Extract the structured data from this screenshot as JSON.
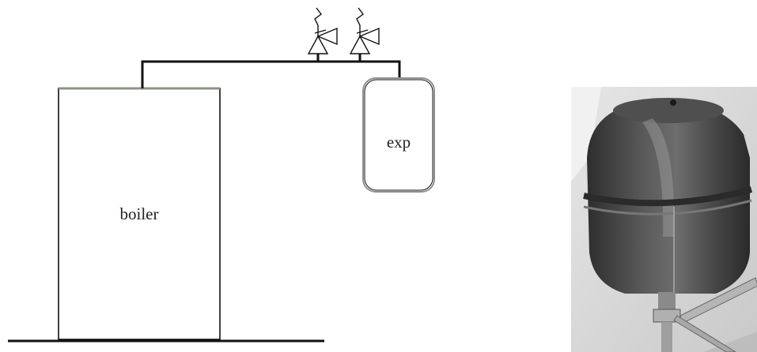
{
  "diagram": {
    "boiler_label": "boiler",
    "expansion_vessel_label": "exp",
    "components": [
      "boiler",
      "expansion-vessel",
      "safety-valve",
      "safety-valve",
      "pipe",
      "floor"
    ]
  },
  "photo": {
    "subject": "expansion-vessel-photo"
  },
  "colors": {
    "line": "#111111",
    "vessel_outline": "#8a9488",
    "photo_dark": "#3f3f3f",
    "photo_light": "#d8d8d8"
  }
}
